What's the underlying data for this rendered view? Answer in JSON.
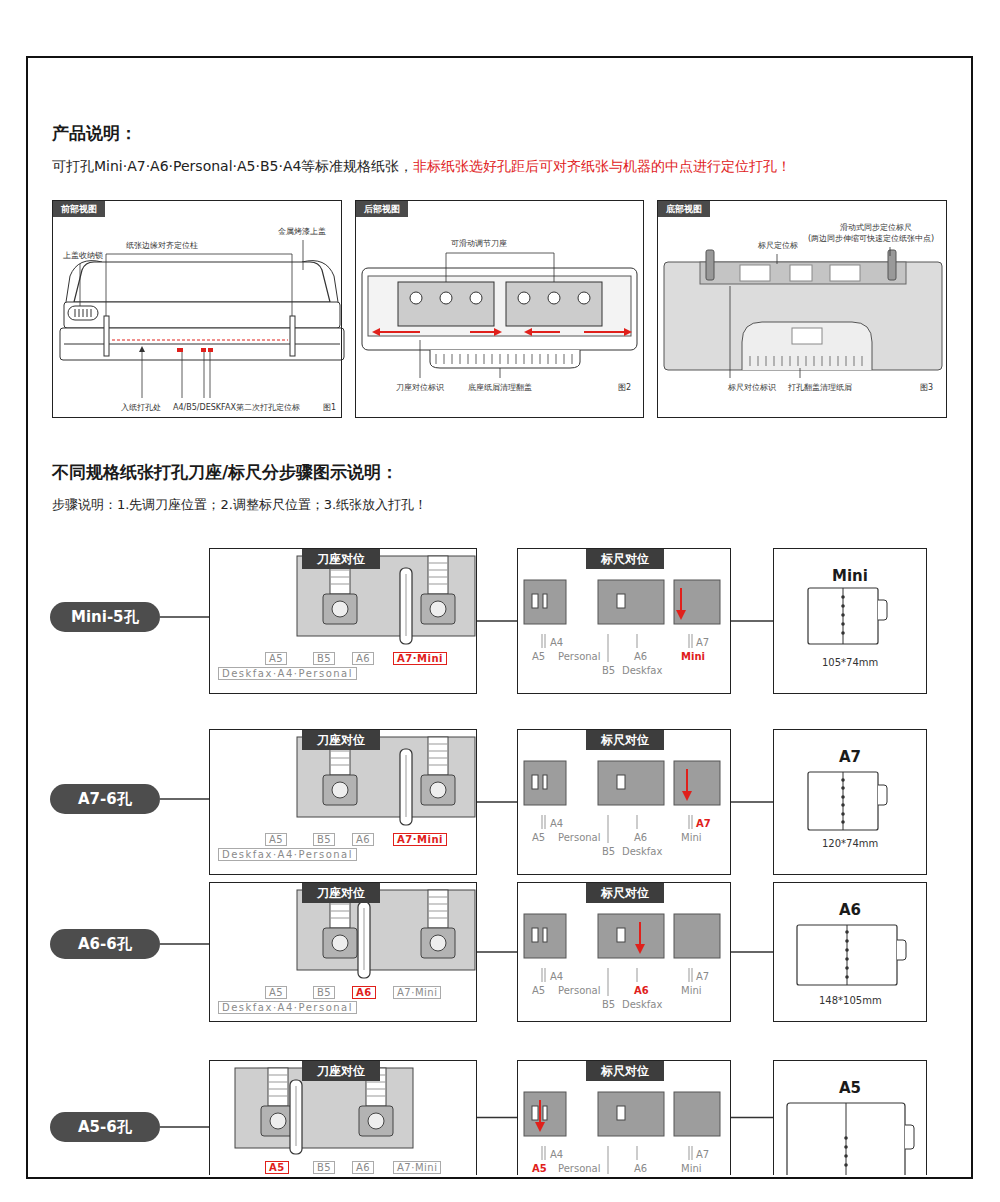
{
  "diagram": {
    "title": "产品说明：",
    "nodes": [
      {
        "text": [
          "前部视图",
          "上盖收纳锁",
          "纸张边缘对齐定位柱",
          "金属烤漆上盖",
          "入纸打孔处",
          "A4/B5/DESKFAX",
          "第二次",
          "打孔定位标",
          "图1"
        ]
      },
      {
        "text": [
          "后部视图",
          "可滑动调节刀座",
          "刀座对位标识",
          "底座纸屑清理翻盖",
          "图2"
        ]
      },
      {
        "text": [
          "底部视图",
          "滑动式同步定位标尺",
          "(两边同步伸缩可快速定位纸张中点)",
          "标尺定位标",
          "标尺对位标识",
          "打孔翻盖清理纸屑",
          "图3"
        ]
      },
      {
        "text": [
          "Mini-5孔"
        ]
      },
      {
        "text": [
          "刀座对位",
          "A5",
          "B5",
          "A6",
          "A7·Mini",
          "Deskfax·A4·Personal"
        ]
      },
      {
        "text": [
          "标尺对位",
          "A4",
          "A5",
          "Personal",
          "A6",
          "A7",
          "Mini",
          "B5",
          "Deskfax"
        ]
      },
      {
        "text": [
          "Mini",
          "105*74mm"
        ]
      },
      {
        "text": [
          "A7-6孔"
        ]
      },
      {
        "text": [
          "刀座对位",
          "A5",
          "B5",
          "A6",
          "A7·Mini",
          "Deskfax·A4·Personal"
        ]
      },
      {
        "text": [
          "标尺对位",
          "A4",
          "A5",
          "Personal",
          "A6",
          "A7",
          "Mini",
          "B5",
          "Deskfax"
        ]
      },
      {
        "text": [
          "A7",
          "120*74mm"
        ]
      },
      {
        "text": [
          "A6-6孔"
        ]
      },
      {
        "text": [
          "刀座对位",
          "A5",
          "B5",
          "A6",
          "A7·Mini",
          "Deskfax·A4·Personal"
        ]
      },
      {
        "text": [
          "标尺对位",
          "A4",
          "A5",
          "Personal",
          "A6",
          "A7",
          "Mini",
          "B5",
          "Deskfax"
        ]
      },
      {
        "text": [
          "A6",
          "148*105mm"
        ]
      },
      {
        "text": [
          "A5-6孔"
        ]
      },
      {
        "text": [
          "刀座对位",
          "A5",
          "B5",
          "A6",
          "A7·Mini"
        ]
      },
      {
        "text": [
          "标尺对位",
          "A4",
          "A5",
          "Personal",
          "A6",
          "A7",
          "Mini"
        ]
      },
      {
        "text": [
          "A5"
        ]
      }
    ],
    "edges": [
      {
        "from": 3,
        "to": 4,
        "arrow": "none"
      },
      {
        "from": 4,
        "to": 5,
        "arrow": "none"
      },
      {
        "from": 5,
        "to": 6,
        "arrow": "none"
      },
      {
        "from": 7,
        "to": 8,
        "arrow": "none"
      },
      {
        "from": 8,
        "to": 9,
        "arrow": "none"
      },
      {
        "from": 9,
        "to": 10,
        "arrow": "none"
      },
      {
        "from": 11,
        "to": 12,
        "arrow": "none"
      },
      {
        "from": 12,
        "to": 13,
        "arrow": "none"
      },
      {
        "from": 13,
        "to": 14,
        "arrow": "none"
      },
      {
        "from": 15,
        "to": 16,
        "arrow": "none"
      },
      {
        "from": 16,
        "to": 17,
        "arrow": "none"
      },
      {
        "from": 17,
        "to": 18,
        "arrow": "none"
      }
    ],
    "labels": [
      "可打孔Mini·A7·A6·Personal·A5·B5·A4等标准规格纸张，",
      "非标纸张选好孔距后可对齐纸张与机器的中点进行定位打孔！",
      "不同规格纸张打孔刀座/标尺分步骤图示说明：",
      "步骤说明：1.先调刀座位置；2.调整标尺位置；3.纸张放入打孔！"
    ]
  }
}
